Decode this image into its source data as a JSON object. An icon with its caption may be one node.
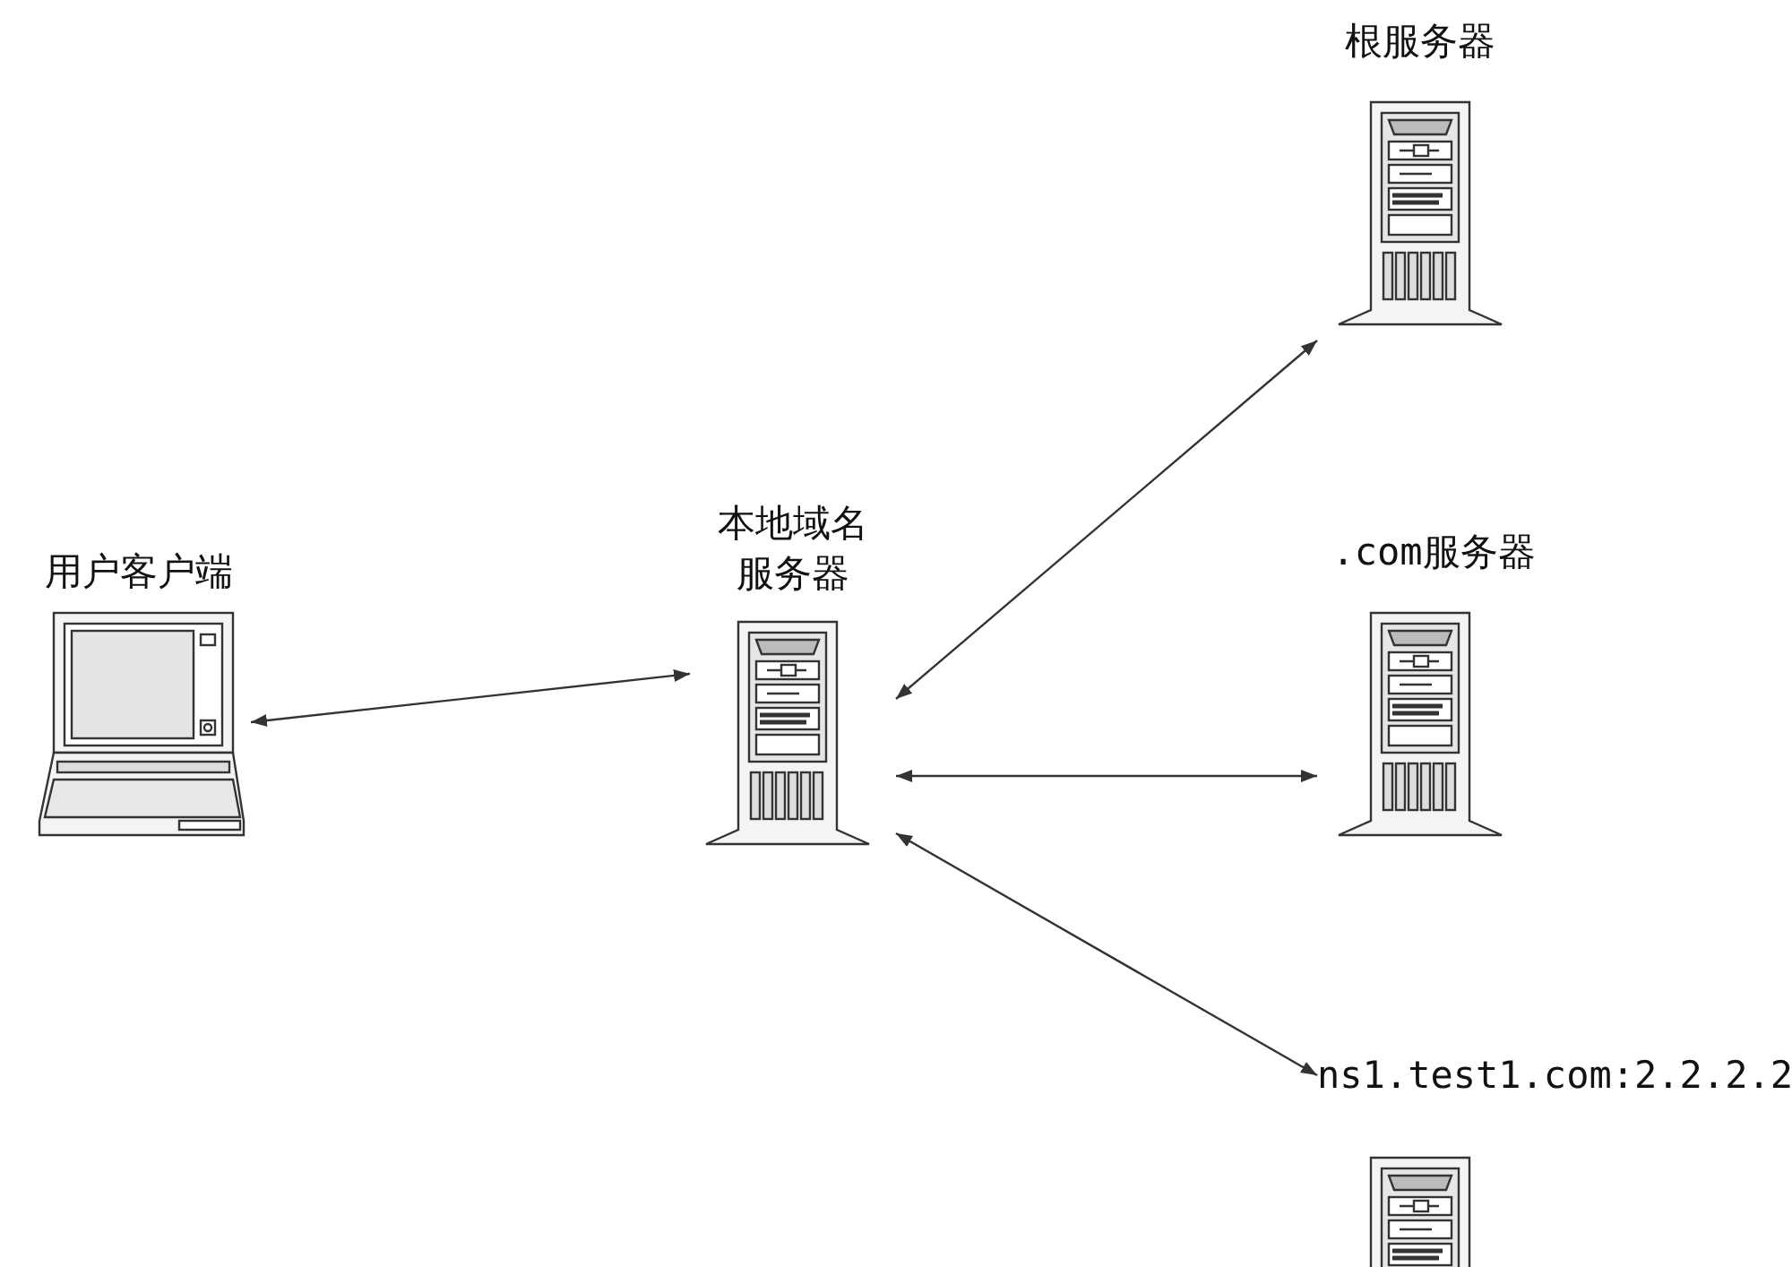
{
  "diagram": {
    "nodes": [
      {
        "text": [
          "根服务器"
        ]
      },
      {
        "text": [
          "用户客户端"
        ]
      },
      {
        "text": [
          "本地域名服务器"
        ]
      },
      {
        "text": [
          ".com服务器"
        ]
      },
      {
        "text": [
          "ns1.test1.com:2.2.2.2"
        ]
      }
    ],
    "edges": [
      {
        "from": 1,
        "to": 2,
        "arrow": "both"
      },
      {
        "from": 2,
        "to": 0,
        "arrow": "both"
      },
      {
        "from": 2,
        "to": 3,
        "arrow": "both"
      },
      {
        "from": 2,
        "to": 4,
        "arrow": "both"
      }
    ]
  }
}
